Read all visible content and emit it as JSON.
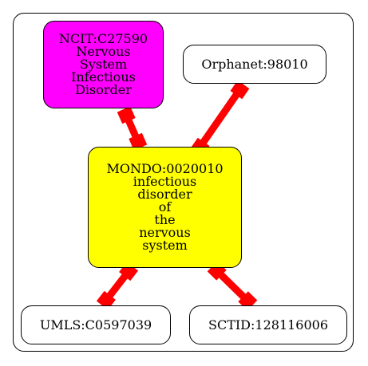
{
  "nodes": {
    "ncit": {
      "lines": [
        "NCIT:C27590",
        "Nervous",
        "System",
        "Infectious",
        "Disorder"
      ],
      "fill": "#ff00ff"
    },
    "orphanet": {
      "lines": [
        "Orphanet:98010"
      ],
      "fill": "#ffffff"
    },
    "mondo": {
      "lines": [
        "MONDO:0020010",
        "infectious",
        "disorder",
        "of",
        "the",
        "nervous",
        "system"
      ],
      "fill": "#ffff00"
    },
    "umls": {
      "lines": [
        "UMLS:C0597039"
      ],
      "fill": "#ffffff"
    },
    "sctid": {
      "lines": [
        "SCTID:128116006"
      ],
      "fill": "#ffffff"
    }
  },
  "edges": [
    {
      "from": "ncit",
      "to": "mondo"
    },
    {
      "from": "orphanet",
      "to": "mondo"
    },
    {
      "from": "mondo",
      "to": "umls"
    },
    {
      "from": "mondo",
      "to": "sctid"
    }
  ],
  "edge_color": "#ff0000"
}
